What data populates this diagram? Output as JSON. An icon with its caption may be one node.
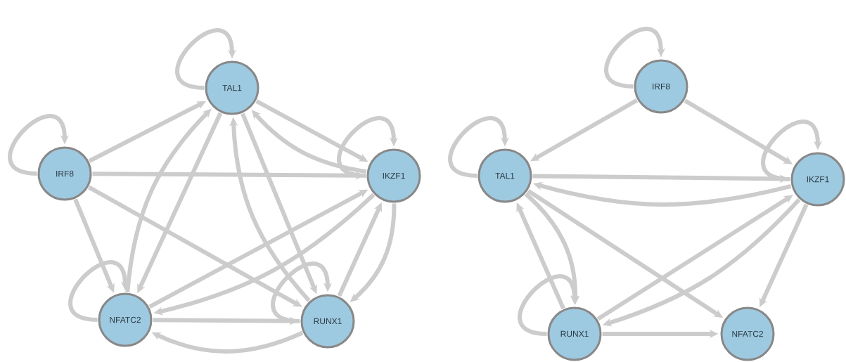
{
  "diagram": {
    "nodes": [
      {
        "text": [
          "TAL1"
        ]
      },
      {
        "text": [
          "IRF8"
        ]
      },
      {
        "text": [
          "IKZF1"
        ]
      },
      {
        "text": [
          "NFATC2"
        ]
      },
      {
        "text": [
          "RUNX1"
        ]
      },
      {
        "text": [
          "IRF8"
        ]
      },
      {
        "text": [
          "TAL1"
        ]
      },
      {
        "text": [
          "IKZF1"
        ]
      },
      {
        "text": [
          "RUNX1"
        ]
      },
      {
        "text": [
          "NFATC2"
        ]
      }
    ],
    "edges": [
      {
        "from": 0,
        "to": 0,
        "arrow": "to"
      },
      {
        "from": 1,
        "to": 1,
        "arrow": "to"
      },
      {
        "from": 2,
        "to": 2,
        "arrow": "to"
      },
      {
        "from": 3,
        "to": 3,
        "arrow": "to"
      },
      {
        "from": 4,
        "to": 4,
        "arrow": "to"
      },
      {
        "from": 1,
        "to": 0,
        "arrow": "to"
      },
      {
        "from": 3,
        "to": 0,
        "arrow": "to"
      },
      {
        "from": 0,
        "to": 3,
        "arrow": "to"
      },
      {
        "from": 4,
        "to": 0,
        "arrow": "to"
      },
      {
        "from": 0,
        "to": 4,
        "arrow": "to"
      },
      {
        "from": 0,
        "to": 2,
        "arrow": "to"
      },
      {
        "from": 2,
        "to": 0,
        "arrow": "to"
      },
      {
        "from": 1,
        "to": 2,
        "arrow": "to"
      },
      {
        "from": 1,
        "to": 3,
        "arrow": "to"
      },
      {
        "from": 1,
        "to": 4,
        "arrow": "to"
      },
      {
        "from": 3,
        "to": 2,
        "arrow": "to"
      },
      {
        "from": 2,
        "to": 3,
        "arrow": "to"
      },
      {
        "from": 4,
        "to": 2,
        "arrow": "to"
      },
      {
        "from": 2,
        "to": 4,
        "arrow": "to"
      },
      {
        "from": 3,
        "to": 4,
        "arrow": "to"
      },
      {
        "from": 4,
        "to": 3,
        "arrow": "to"
      },
      {
        "from": 5,
        "to": 5,
        "arrow": "to"
      },
      {
        "from": 6,
        "to": 6,
        "arrow": "to"
      },
      {
        "from": 7,
        "to": 7,
        "arrow": "to"
      },
      {
        "from": 8,
        "to": 8,
        "arrow": "to"
      },
      {
        "from": 5,
        "to": 6,
        "arrow": "to"
      },
      {
        "from": 5,
        "to": 7,
        "arrow": "to"
      },
      {
        "from": 6,
        "to": 7,
        "arrow": "to"
      },
      {
        "from": 7,
        "to": 6,
        "arrow": "to"
      },
      {
        "from": 8,
        "to": 6,
        "arrow": "to"
      },
      {
        "from": 6,
        "to": 8,
        "arrow": "to"
      },
      {
        "from": 6,
        "to": 9,
        "arrow": "to"
      },
      {
        "from": 8,
        "to": 7,
        "arrow": "to"
      },
      {
        "from": 7,
        "to": 8,
        "arrow": "to"
      },
      {
        "from": 7,
        "to": 9,
        "arrow": "to"
      },
      {
        "from": 8,
        "to": 9,
        "arrow": "to"
      }
    ]
  }
}
